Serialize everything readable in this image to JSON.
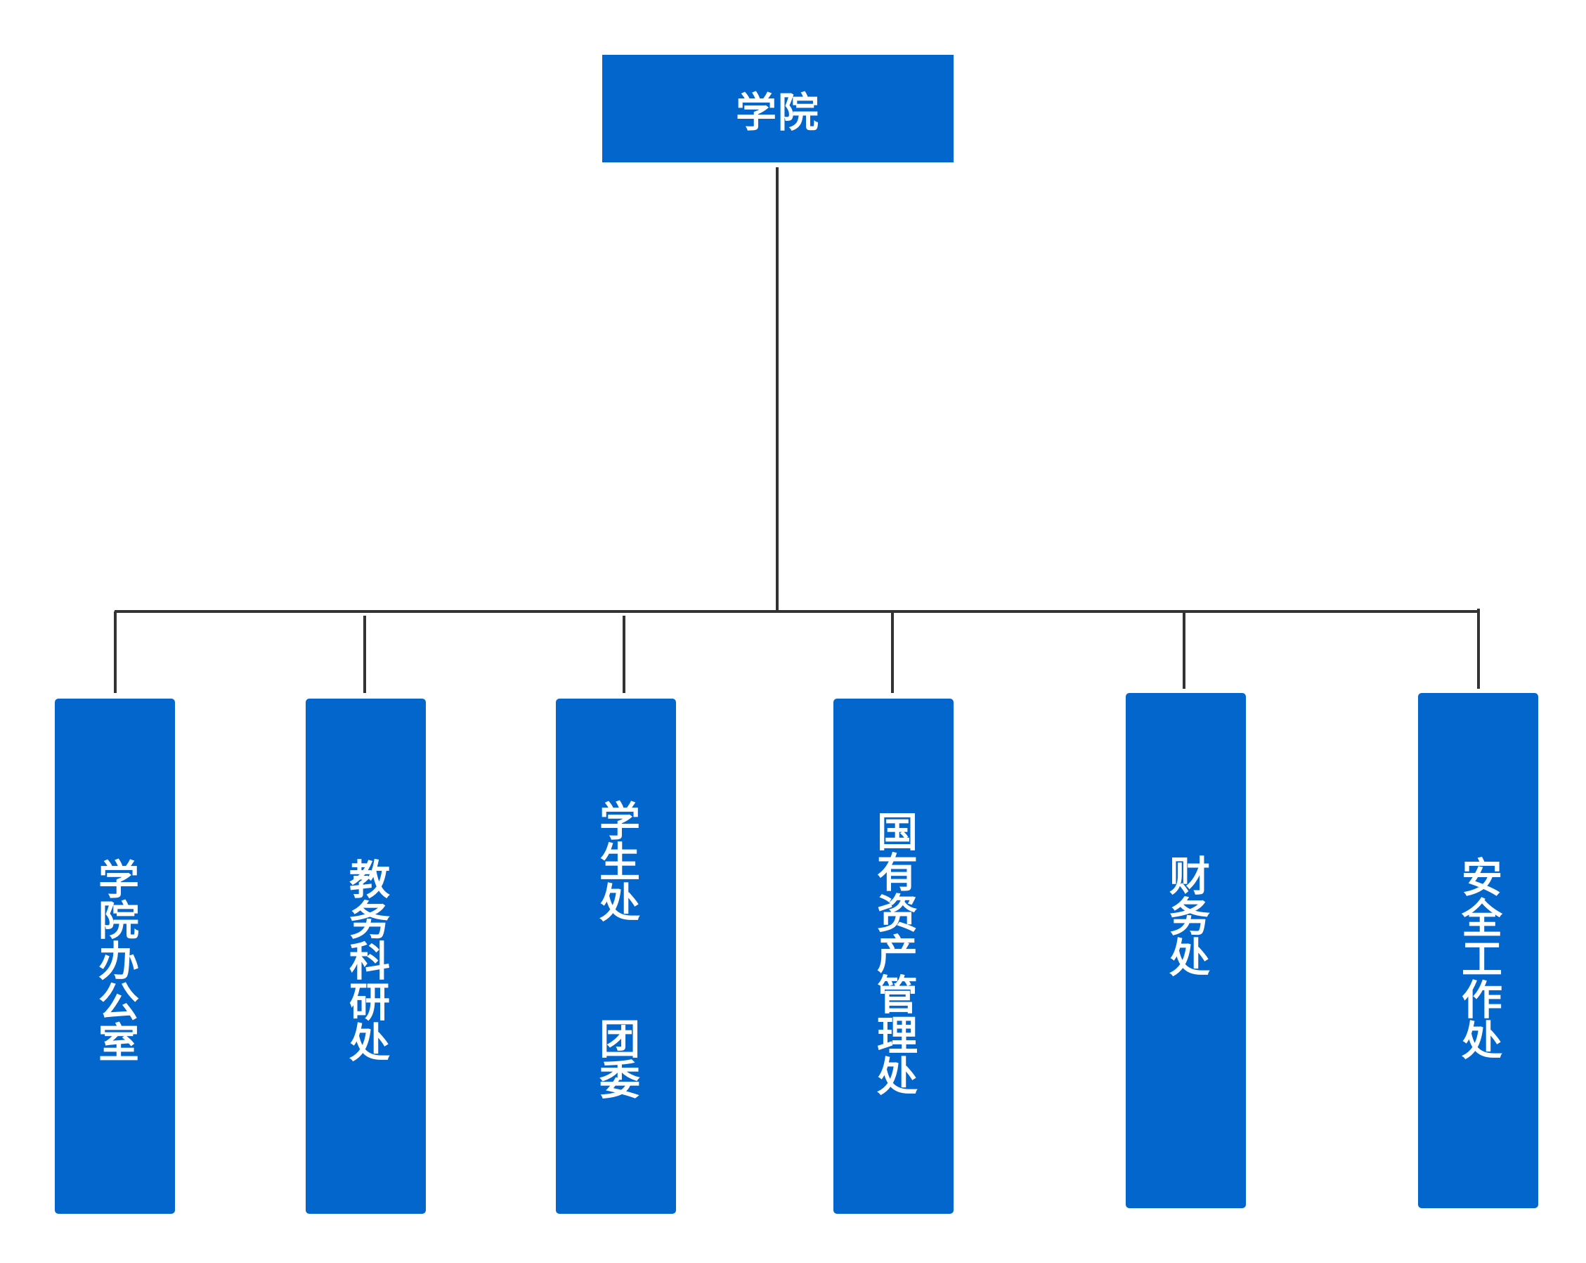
{
  "diagram": {
    "root": {
      "label": "学院"
    },
    "children": [
      {
        "label": "学院办公室"
      },
      {
        "label": "教务科研处"
      },
      {
        "label": "学生处  团委"
      },
      {
        "label": "国有资产管理处"
      },
      {
        "label": "财务处"
      },
      {
        "label": "安全工作处"
      }
    ],
    "colors": {
      "box_fill": "#0366cc",
      "box_text": "#ffffff",
      "connector": "#333333"
    }
  }
}
